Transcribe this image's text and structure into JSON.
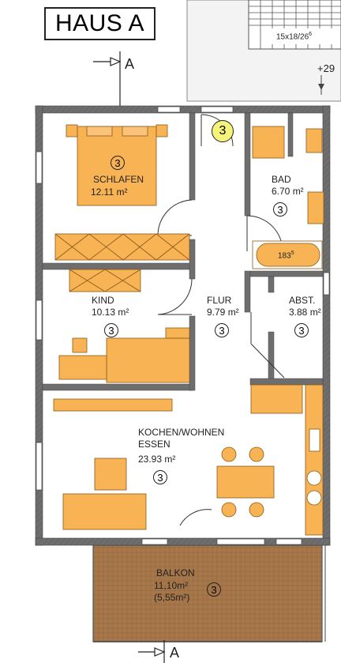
{
  "title": "HAUS A",
  "section_marker": {
    "letter": "A"
  },
  "stair": {
    "dimension": "15x18/26",
    "dimension_sup": "6",
    "level": "+29"
  },
  "unit_badge": "3",
  "rooms": [
    {
      "key": "schlafen",
      "name": "SCHLAFEN",
      "area": "12.11 m²",
      "badge": "3"
    },
    {
      "key": "bad",
      "name": "BAD",
      "area": "6.70 m²",
      "badge": "3"
    },
    {
      "key": "kind",
      "name": "KIND",
      "area": "10.13 m²",
      "badge": "3"
    },
    {
      "key": "flur",
      "name": "FLUR",
      "area": "9.79 m²",
      "badge": "3"
    },
    {
      "key": "abst",
      "name": "ABST.",
      "area": "3.88 m²",
      "badge": "3"
    },
    {
      "key": "kochen",
      "name": "KOCHEN/WOHNEN",
      "name2": "ESSEN",
      "area": "23.93 m²",
      "badge": "3"
    },
    {
      "key": "balkon",
      "name": "BALKON",
      "area": "11,10m²",
      "area2": "(5,55m²)",
      "badge": "3"
    }
  ],
  "bathtub": {
    "dimension": "183",
    "dimension_sup": "5"
  },
  "colors": {
    "wall": "#6e6e6e",
    "furniture": "#f7b354",
    "furniture_stroke": "#8a5a1a",
    "balcony": "#a5754a",
    "badge_yellow": "#f6f37a"
  }
}
